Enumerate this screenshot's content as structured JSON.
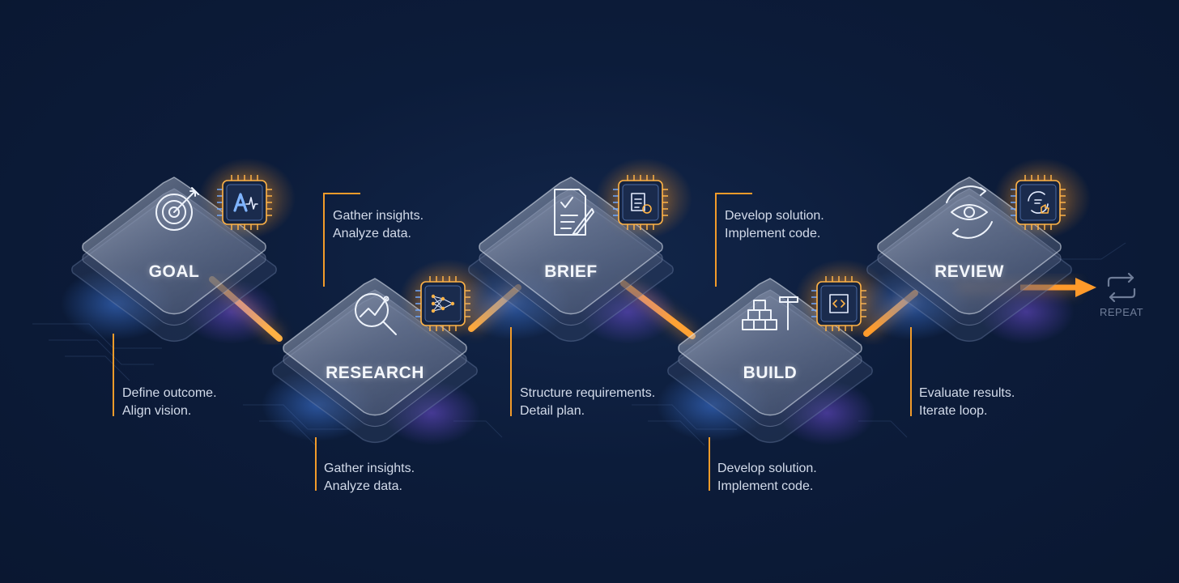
{
  "steps": [
    {
      "label": "GOAL",
      "icon": "target-icon",
      "chip_icon": "ai-pulse-icon"
    },
    {
      "label": "RESEARCH",
      "icon": "magnifier-chart-icon",
      "chip_icon": "neural-network-icon"
    },
    {
      "label": "BRIEF",
      "icon": "document-pen-icon",
      "chip_icon": "clipboard-gear-icon"
    },
    {
      "label": "BUILD",
      "icon": "blocks-hammer-icon",
      "chip_icon": "code-chip-icon"
    },
    {
      "label": "REVIEW",
      "icon": "eye-cycle-icon",
      "chip_icon": "thumbs-up-cycle-icon"
    }
  ],
  "notes": {
    "goal": {
      "line1": "Define outcome.",
      "line2": "Align vision."
    },
    "research_top": {
      "line1": "Gather insights.",
      "line2": "Analyze data."
    },
    "research_bottom": {
      "line1": "Gather insights.",
      "line2": "Analyze data."
    },
    "brief": {
      "line1": "Structure requirements.",
      "line2": "Detail plan."
    },
    "build_top": {
      "line1": "Develop solution.",
      "line2": "Implement code."
    },
    "build_bottom": {
      "line1": "Develop solution.",
      "line2": "Implement code."
    },
    "review": {
      "line1": "Evaluate results.",
      "line2": "Iterate loop."
    }
  },
  "repeat": {
    "label": "REPEAT",
    "icon": "repeat-icon"
  },
  "colors": {
    "background": "#0c1c3a",
    "accent": "#f29b2a",
    "glow_blue": "#4a8cff",
    "glow_purple": "#8a5cff"
  }
}
